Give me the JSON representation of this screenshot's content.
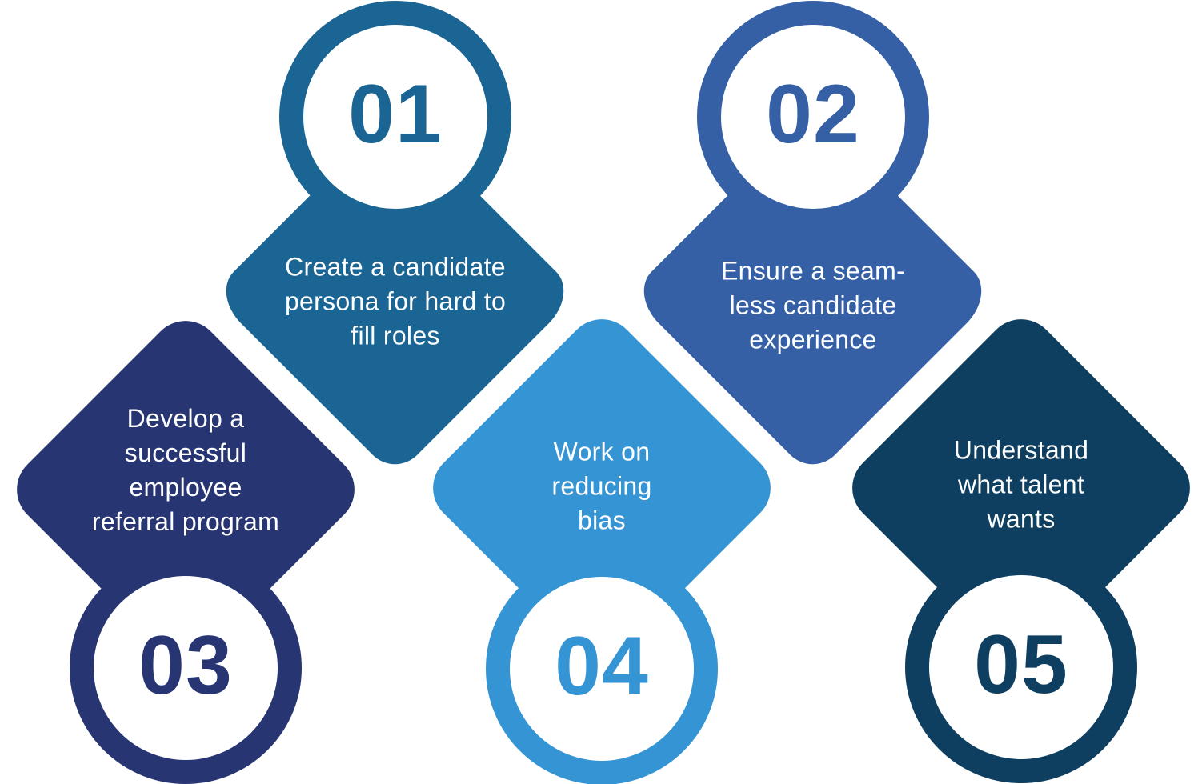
{
  "figure": {
    "type": "numbered-diamond-process-infographic",
    "background": "#ffffff",
    "text_color": "#ffffff",
    "steps": [
      {
        "number": "01",
        "color": "#1a6594",
        "label": "Create a candidate persona for hard to fill roles",
        "lines": [
          "Create a candidate",
          "persona for hard to",
          "fill roles"
        ]
      },
      {
        "number": "02",
        "color": "#3560a6",
        "label": "Ensure a seam-less candidate experience",
        "lines": [
          "Ensure a seam-",
          "less candidate",
          "experience"
        ]
      },
      {
        "number": "03",
        "color": "#273572",
        "label": "Develop a successful employee referral program",
        "lines": [
          "Develop a",
          "successful",
          "employee",
          "referral program"
        ]
      },
      {
        "number": "04",
        "color": "#3494d4",
        "label": "Work on reducing bias",
        "lines": [
          "Work on",
          "reducing",
          "bias"
        ]
      },
      {
        "number": "05",
        "color": "#0f3f60",
        "label": "Understand what talent wants",
        "lines": [
          "Understand",
          "what talent",
          "wants"
        ]
      }
    ]
  }
}
